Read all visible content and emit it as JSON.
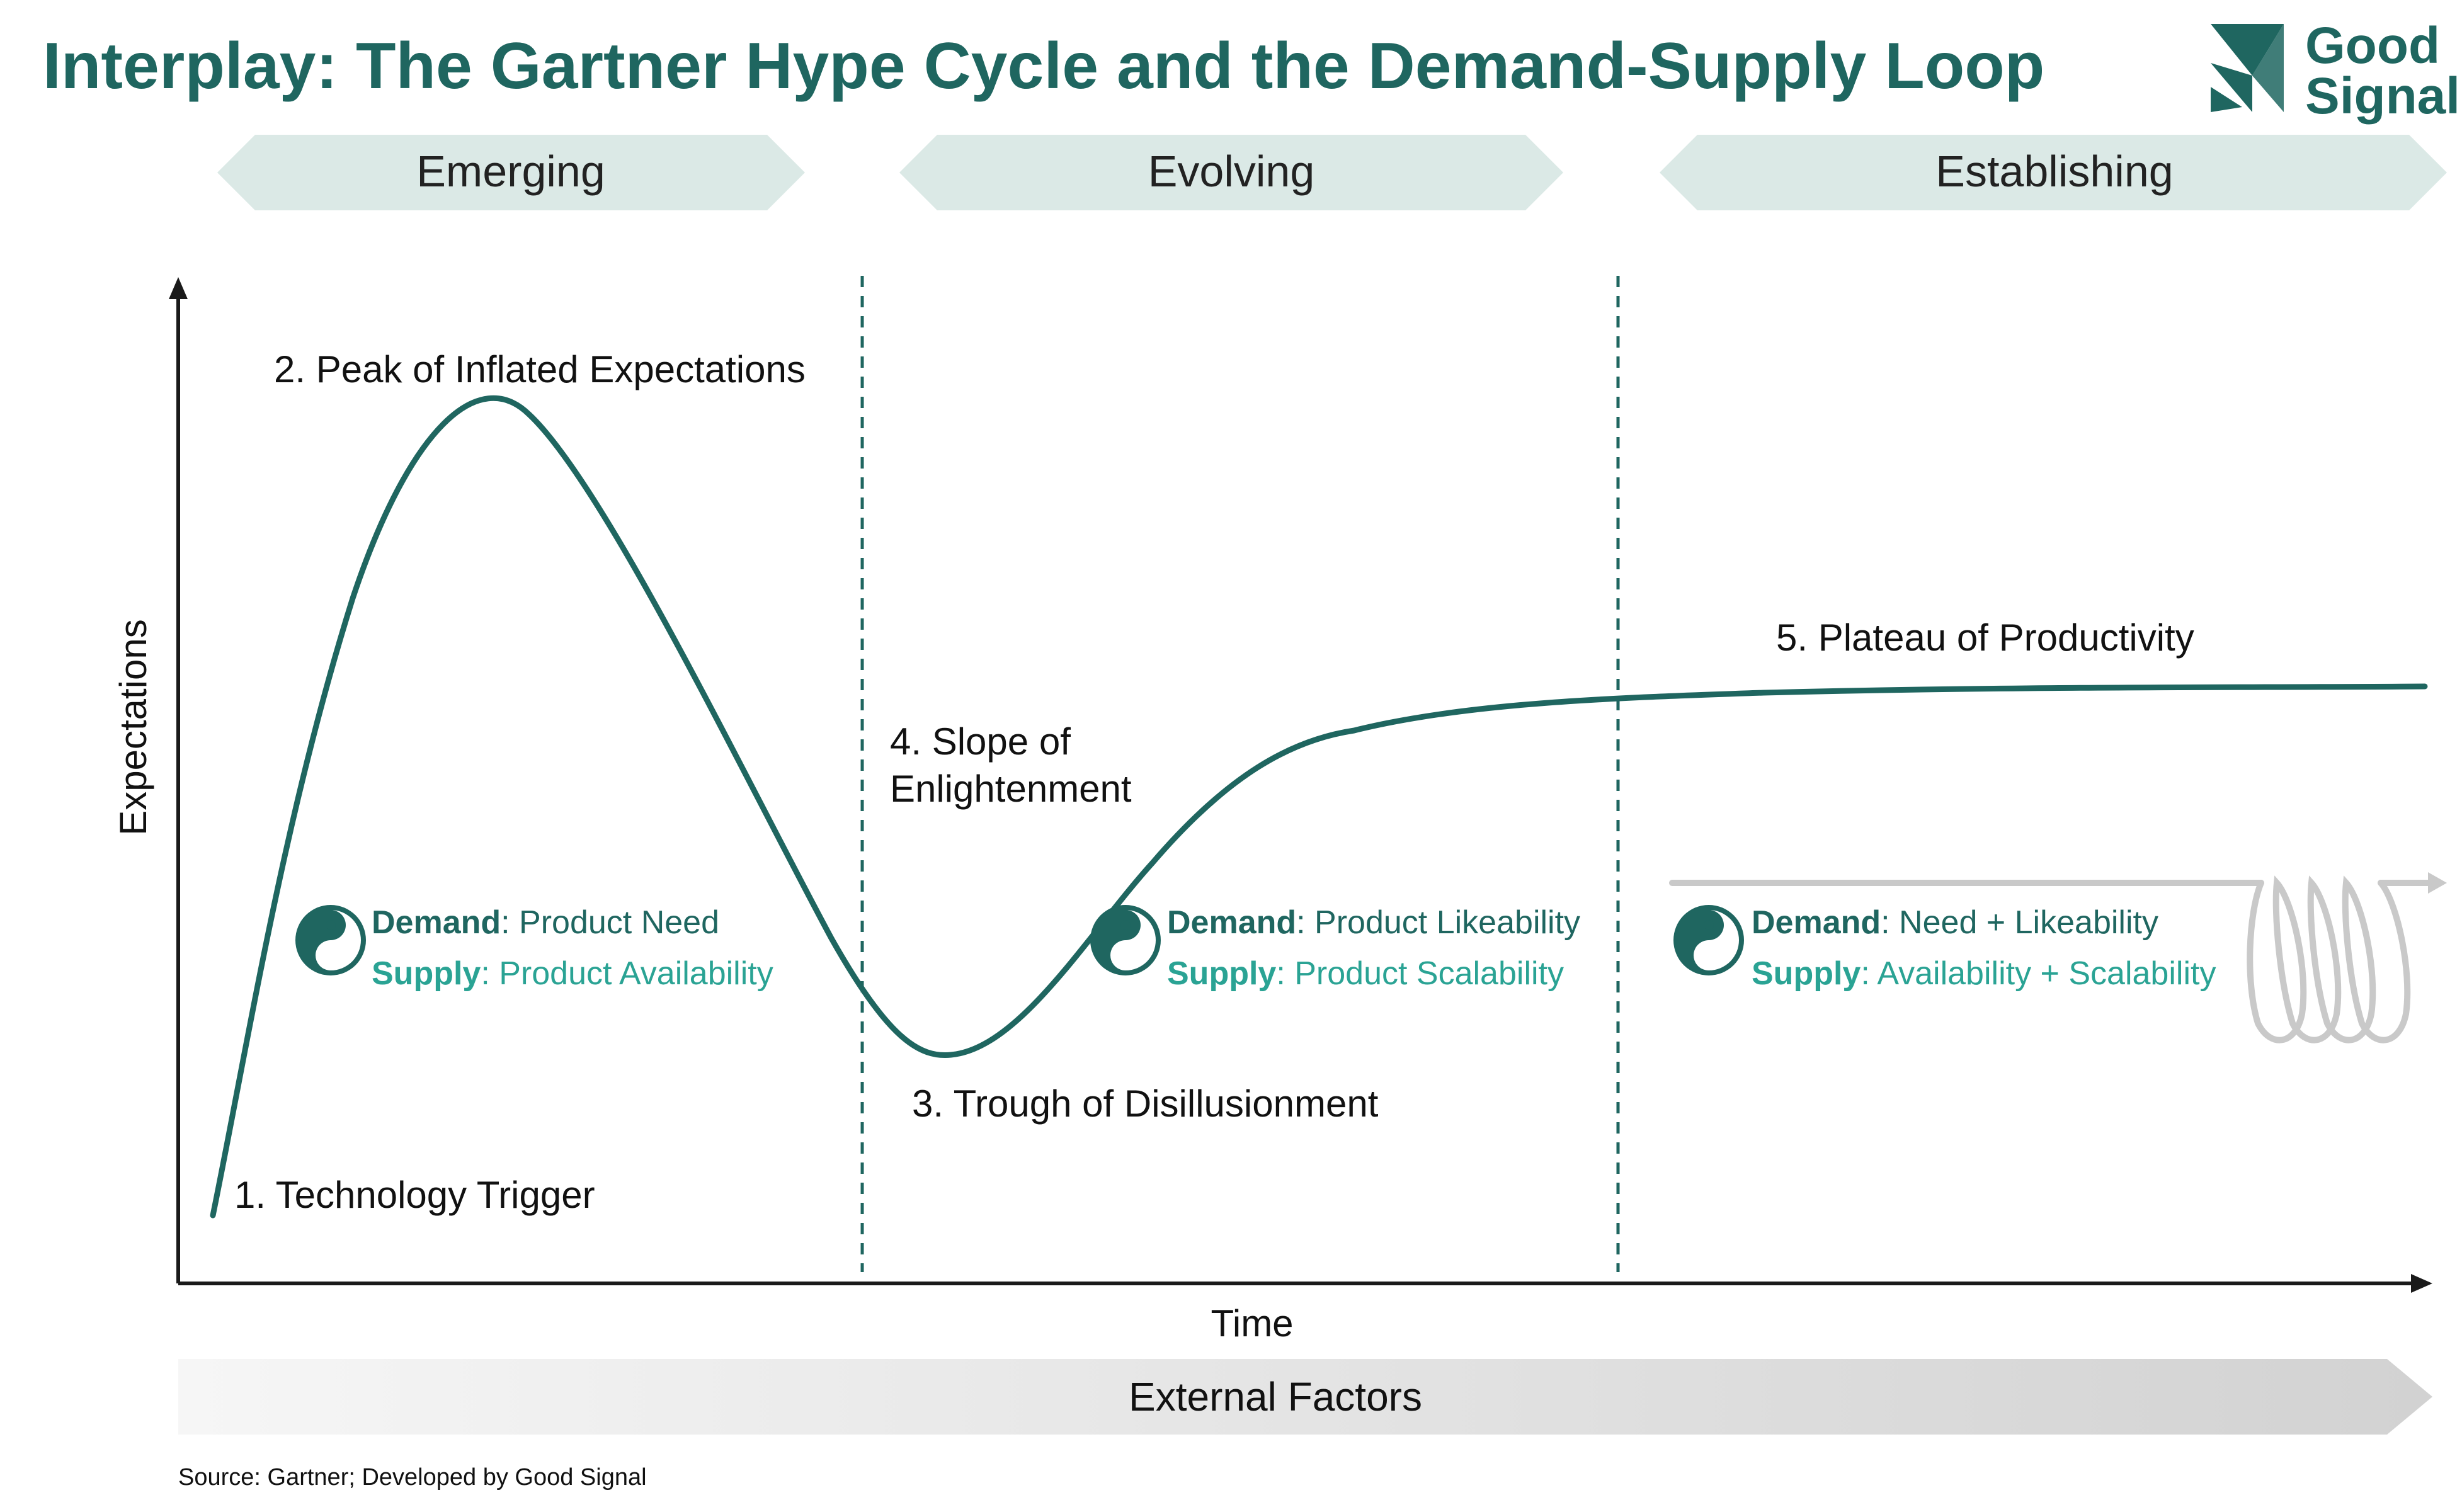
{
  "title": "Interplay: The Gartner Hype Cycle and the Demand-Supply Loop",
  "logo": {
    "line1": "Good",
    "line2": "Signal"
  },
  "phases": [
    {
      "label": "Emerging"
    },
    {
      "label": "Evolving"
    },
    {
      "label": "Establishing"
    }
  ],
  "axes": {
    "y_label": "Expectations",
    "x_label": "Time"
  },
  "stages": [
    {
      "label": "1. Technology Trigger"
    },
    {
      "label": "2. Peak of Inflated Expectations"
    },
    {
      "label": "3. Trough of Disillusionment"
    },
    {
      "label_line1": "4. Slope of",
      "label_line2": "Enlightenment"
    },
    {
      "label": "5. Plateau of Productivity"
    }
  ],
  "demand_supply": [
    {
      "demand_key": "Demand",
      "demand_value": ": Product Need",
      "supply_key": "Supply",
      "supply_value": ": Product Availability"
    },
    {
      "demand_key": "Demand",
      "demand_value": ": Product Likeability",
      "supply_key": "Supply",
      "supply_value": ": Product Scalability"
    },
    {
      "demand_key": "Demand",
      "demand_value": ": Need + Likeability",
      "supply_key": "Supply",
      "supply_value": ": Availability + Scalability"
    }
  ],
  "external_factors": "External Factors",
  "source": "Source: Gartner; Developed by Good Signal",
  "colors": {
    "dark_teal": "#1f6660",
    "light_teal": "#2aa394",
    "phase_bg": "#dbe9e6",
    "axis": "#1a1a1a",
    "loop_gray": "#c9c9c9"
  },
  "icons": {
    "balance": "yin-yang-icon",
    "loop": "spiral-loop-icon",
    "logo": "good-signal-logo-icon"
  }
}
